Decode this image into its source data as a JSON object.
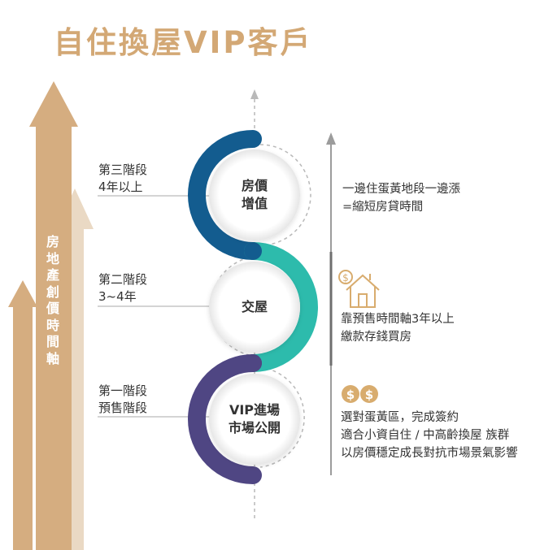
{
  "title": "自住換屋VIP客戶",
  "timeline_label": "房地產創價時間軸",
  "stages": [
    {
      "line1": "第三階段",
      "line2": "4年以上",
      "center1": "房價",
      "center2": "增值"
    },
    {
      "line1": "第二階段",
      "line2": "3~4年",
      "center1": "交屋",
      "center2": ""
    },
    {
      "line1": "第一階段",
      "line2": "預售階段",
      "center1": "VIP進場",
      "center2": "市場公開"
    }
  ],
  "descriptions": {
    "top": [
      "一邊住蛋黃地段一邊漲",
      "=縮短房貸時間"
    ],
    "middle": [
      "靠預售時間軸3年以上",
      "繳款存錢買房"
    ],
    "bottom": [
      "選對蛋黃區，完成簽約",
      "適合小資自住 / 中高齡換屋 族群",
      "以房價穩定成長對抗市場景氣影響"
    ]
  },
  "colors": {
    "title": "#d3a875",
    "arrow_dark": "#d5ad80",
    "arrow_light": "#ead9c4",
    "ring_top": "#135c8f",
    "ring_middle": "#2dbbac",
    "ring_bottom": "#4f4683",
    "icon_gold": "#d8ac6e"
  },
  "icons": [
    "house-dollar-icon",
    "dollar-coins-icon"
  ]
}
